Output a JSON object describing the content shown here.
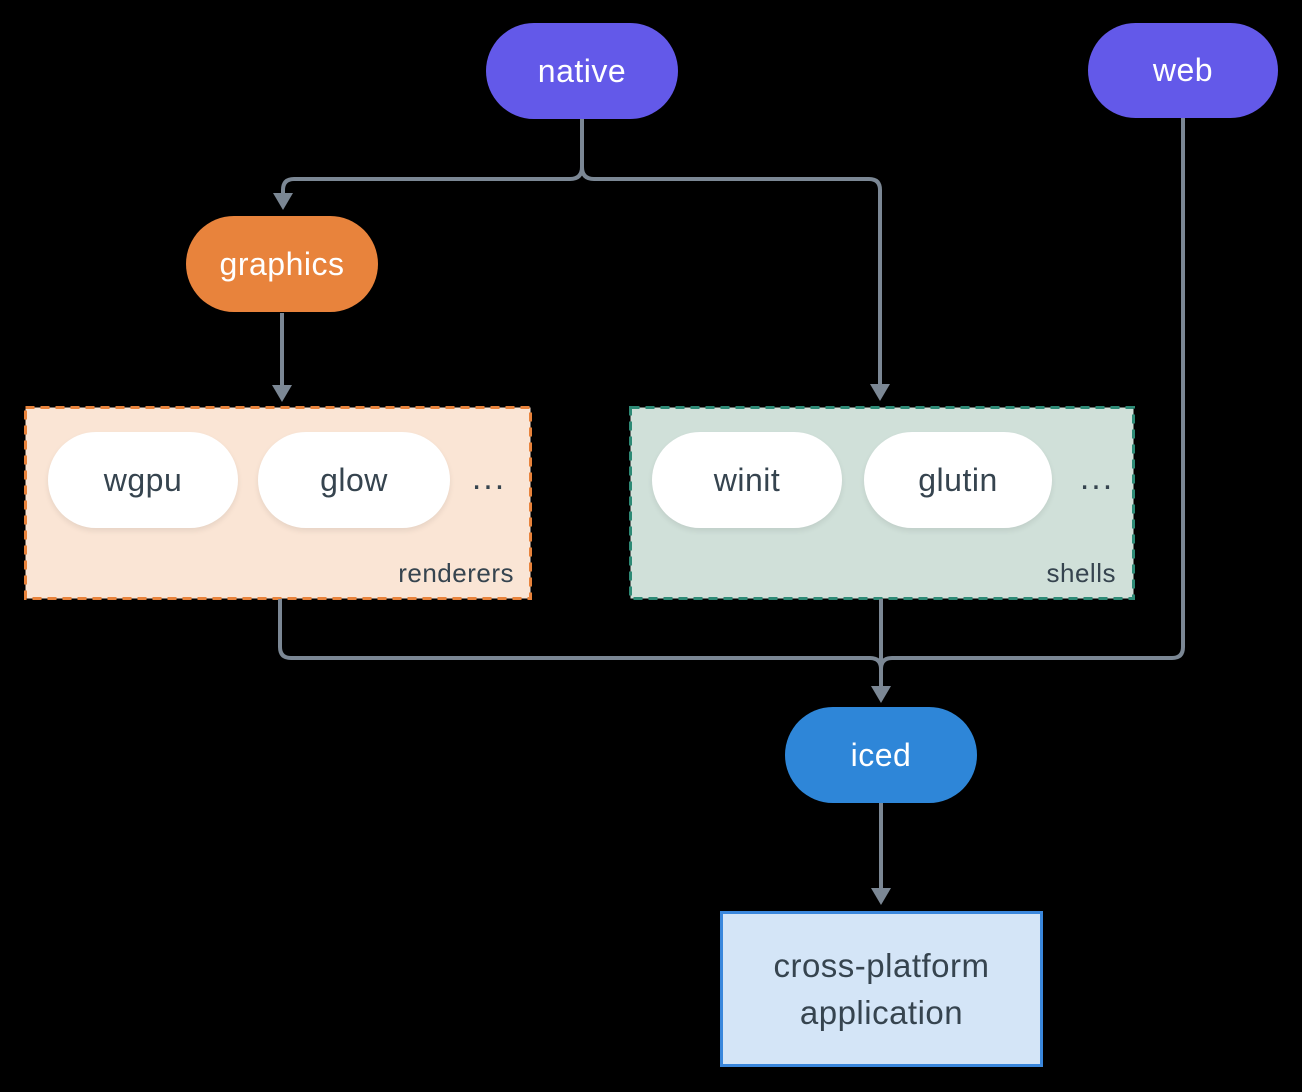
{
  "diagram": {
    "platform_nodes": {
      "native": "native",
      "web": "web"
    },
    "graphics_node": "graphics",
    "iced_node": "iced",
    "renderers_group": {
      "label": "renderers",
      "items": [
        "wgpu",
        "glow"
      ],
      "ellipsis": "..."
    },
    "shells_group": {
      "label": "shells",
      "items": [
        "winit",
        "glutin"
      ],
      "ellipsis": "..."
    },
    "application_node": {
      "line1": "cross-platform",
      "line2": "application"
    },
    "colors": {
      "background": "#000000",
      "platform_pill": "#6359E9",
      "graphics_pill": "#E8833C",
      "iced_pill": "#2E86D8",
      "renderers_fill": "#FAE5D5",
      "renderers_border": "#E8833C",
      "shells_fill": "#D0E0D9",
      "shells_border": "#2E8A76",
      "application_fill": "#D4E5F7",
      "application_border": "#3A87DC",
      "connector": "#7B8794",
      "dark_text": "#36444F",
      "light_text": "#FFFFFF"
    }
  }
}
